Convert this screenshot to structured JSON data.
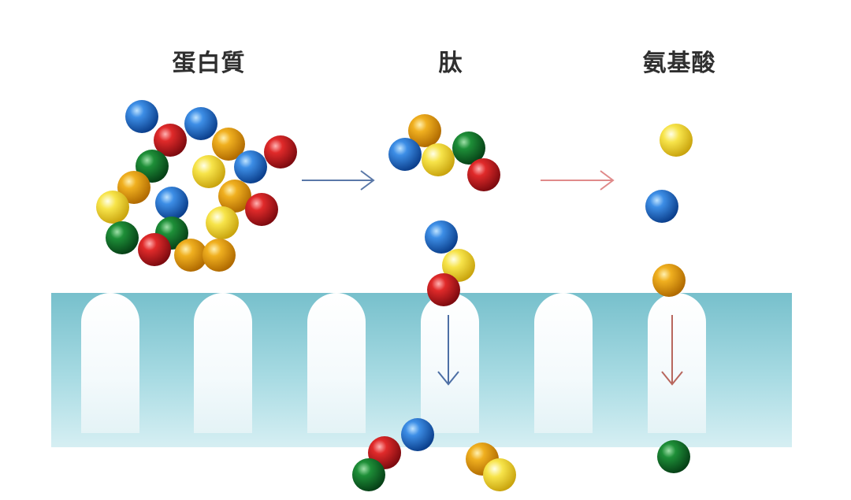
{
  "labels": {
    "protein": "蛋白質",
    "peptide": "肽",
    "amino_acid": "氨基酸"
  },
  "colors": {
    "blue": "#1d68c4",
    "red": "#c9151f",
    "green": "#0f7a2a",
    "orange": "#e2a010",
    "yellow": "#f2da2a",
    "membrane": "#86c9d4",
    "arrow_blue": "#5a78a8",
    "arrow_red": "#e08a8a",
    "arrow_down_red": "#b8675e"
  },
  "icons": {
    "transform_arrow_1": "arrow-right-icon",
    "transform_arrow_2": "arrow-right-icon",
    "absorb_arrow_1": "arrow-down-icon",
    "absorb_arrow_2": "arrow-down-icon"
  }
}
